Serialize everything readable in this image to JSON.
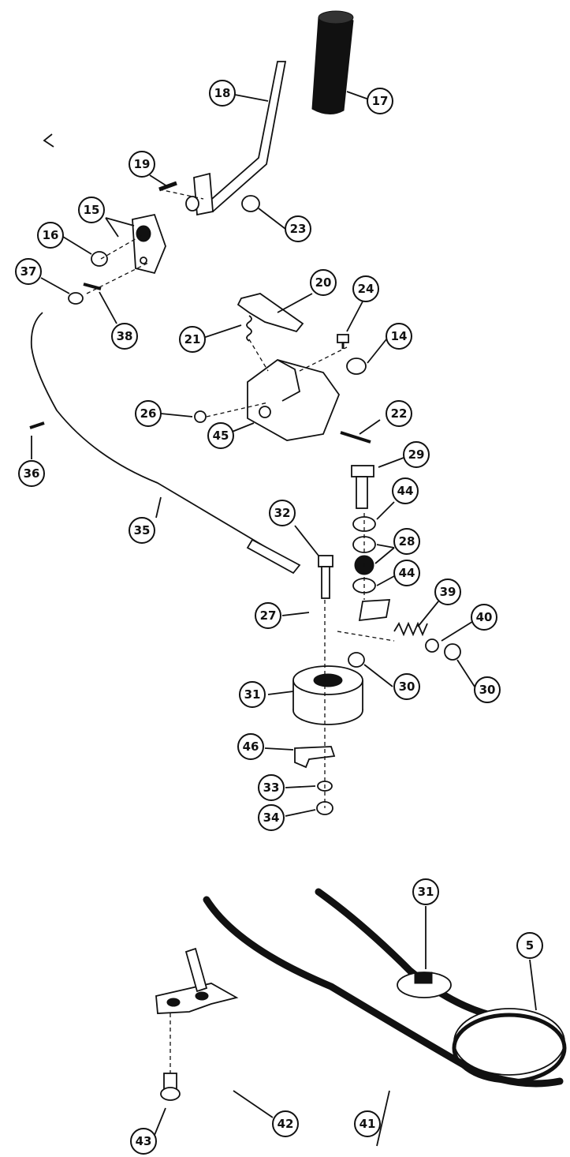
{
  "diagram": {
    "callouts": [
      {
        "id": "c17",
        "label": "17"
      },
      {
        "id": "c18",
        "label": "18"
      },
      {
        "id": "c19",
        "label": "19"
      },
      {
        "id": "c15",
        "label": "15"
      },
      {
        "id": "c16",
        "label": "16"
      },
      {
        "id": "c23",
        "label": "23"
      },
      {
        "id": "c37",
        "label": "37"
      },
      {
        "id": "c38",
        "label": "38"
      },
      {
        "id": "c20",
        "label": "20"
      },
      {
        "id": "c24",
        "label": "24"
      },
      {
        "id": "c21",
        "label": "21"
      },
      {
        "id": "c14",
        "label": "14"
      },
      {
        "id": "c26",
        "label": "26"
      },
      {
        "id": "c22",
        "label": "22"
      },
      {
        "id": "c45",
        "label": "45"
      },
      {
        "id": "c36",
        "label": "36"
      },
      {
        "id": "c29",
        "label": "29"
      },
      {
        "id": "c44a",
        "label": "44"
      },
      {
        "id": "c35",
        "label": "35"
      },
      {
        "id": "c32",
        "label": "32"
      },
      {
        "id": "c28",
        "label": "28"
      },
      {
        "id": "c44b",
        "label": "44"
      },
      {
        "id": "c39",
        "label": "39"
      },
      {
        "id": "c27",
        "label": "27"
      },
      {
        "id": "c40",
        "label": "40"
      },
      {
        "id": "c31a",
        "label": "31"
      },
      {
        "id": "c30a",
        "label": "30"
      },
      {
        "id": "c30b",
        "label": "30"
      },
      {
        "id": "c46",
        "label": "46"
      },
      {
        "id": "c33",
        "label": "33"
      },
      {
        "id": "c34",
        "label": "34"
      },
      {
        "id": "c31b",
        "label": "31"
      },
      {
        "id": "c5",
        "label": "5"
      },
      {
        "id": "c42",
        "label": "42"
      },
      {
        "id": "c41",
        "label": "41"
      },
      {
        "id": "c43",
        "label": "43"
      }
    ]
  }
}
